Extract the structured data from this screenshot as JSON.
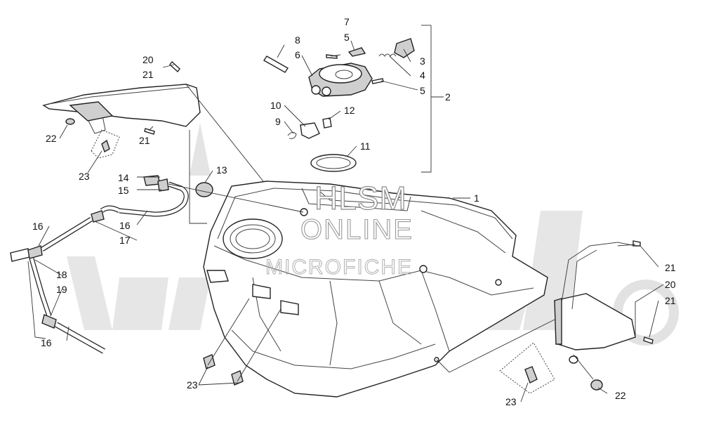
{
  "watermark": {
    "line1": "HLSM",
    "line2": "ONLINE",
    "line3": "MICROFICHE"
  },
  "callouts": [
    {
      "id": "c1",
      "text": "1"
    },
    {
      "id": "c2",
      "text": "2"
    },
    {
      "id": "c3",
      "text": "3"
    },
    {
      "id": "c4",
      "text": "4"
    },
    {
      "id": "c5a",
      "text": "5"
    },
    {
      "id": "c5b",
      "text": "5"
    },
    {
      "id": "c6",
      "text": "6"
    },
    {
      "id": "c7",
      "text": "7"
    },
    {
      "id": "c8",
      "text": "8"
    },
    {
      "id": "c9",
      "text": "9"
    },
    {
      "id": "c10",
      "text": "10"
    },
    {
      "id": "c11",
      "text": "11"
    },
    {
      "id": "c12",
      "text": "12"
    },
    {
      "id": "c13",
      "text": "13"
    },
    {
      "id": "c14",
      "text": "14"
    },
    {
      "id": "c15",
      "text": "15"
    },
    {
      "id": "c16a",
      "text": "16"
    },
    {
      "id": "c16b",
      "text": "16"
    },
    {
      "id": "c16c",
      "text": "16"
    },
    {
      "id": "c17",
      "text": "17"
    },
    {
      "id": "c18",
      "text": "18"
    },
    {
      "id": "c19",
      "text": "19"
    },
    {
      "id": "c20a",
      "text": "20"
    },
    {
      "id": "c20b",
      "text": "20"
    },
    {
      "id": "c21a",
      "text": "21"
    },
    {
      "id": "c21b",
      "text": "21"
    },
    {
      "id": "c21c",
      "text": "21"
    },
    {
      "id": "c21d",
      "text": "21"
    },
    {
      "id": "c22a",
      "text": "22"
    },
    {
      "id": "c22b",
      "text": "22"
    },
    {
      "id": "c23a",
      "text": "23"
    },
    {
      "id": "c23b",
      "text": "23"
    },
    {
      "id": "c23c",
      "text": "23"
    }
  ]
}
